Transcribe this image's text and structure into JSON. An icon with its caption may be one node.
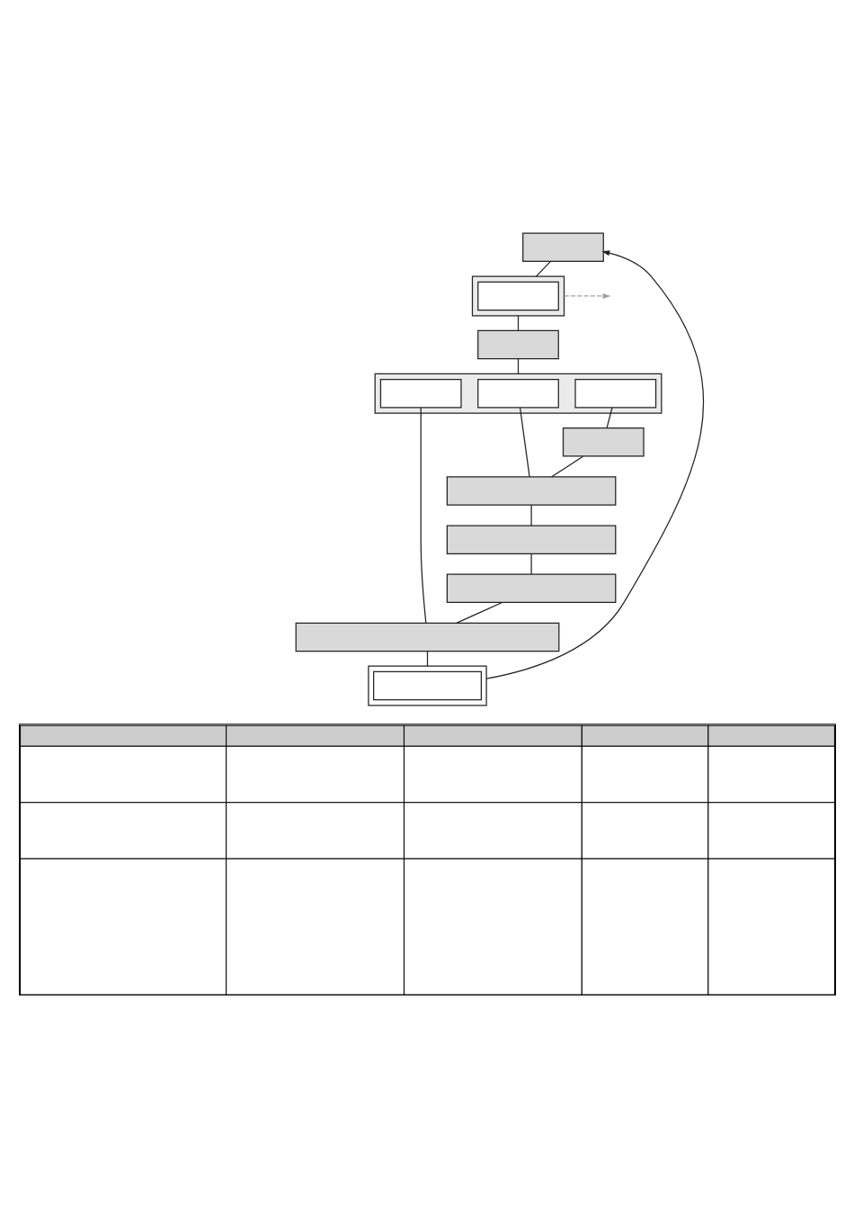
{
  "diagram": {
    "nodes": [
      {
        "text": [],
        "shape": "box"
      },
      {
        "text": [],
        "shape": "box"
      },
      {
        "text": [],
        "shape": "box",
        "in": 1
      },
      {
        "text": [],
        "shape": "box"
      },
      {
        "text": [],
        "shape": "box"
      },
      {
        "text": [],
        "shape": "box",
        "in": 4
      },
      {
        "text": [],
        "shape": "box",
        "in": 4
      },
      {
        "text": [],
        "shape": "box",
        "in": 4
      },
      {
        "text": [],
        "shape": "box"
      },
      {
        "text": [],
        "shape": "box"
      },
      {
        "text": [],
        "shape": "box"
      },
      {
        "text": [],
        "shape": "box"
      },
      {
        "text": [],
        "shape": "box"
      },
      {
        "text": [],
        "shape": "box"
      },
      {
        "text": [],
        "shape": "box",
        "in": 13
      },
      {
        "text": [],
        "shape": "table"
      }
    ],
    "edges": [
      {
        "from": 0,
        "to": 1,
        "arrow": "none"
      },
      {
        "from": 1,
        "to": null,
        "arrow": "to",
        "style": "dashed",
        "color": "#a0a0a0"
      },
      {
        "from": 1,
        "to": 3,
        "arrow": "none"
      },
      {
        "from": 3,
        "to": 4,
        "arrow": "none"
      },
      {
        "from": 5,
        "to": 12,
        "arrow": "none"
      },
      {
        "from": 6,
        "to": 9,
        "arrow": "none"
      },
      {
        "from": 7,
        "to": 8,
        "arrow": "none"
      },
      {
        "from": 8,
        "to": 9,
        "arrow": "none"
      },
      {
        "from": 9,
        "to": 10,
        "arrow": "none"
      },
      {
        "from": 10,
        "to": 11,
        "arrow": "none"
      },
      {
        "from": 11,
        "to": 12,
        "arrow": "none"
      },
      {
        "from": 12,
        "to": 13,
        "arrow": "none"
      },
      {
        "from": 13,
        "to": 0,
        "arrow": "to"
      }
    ]
  }
}
